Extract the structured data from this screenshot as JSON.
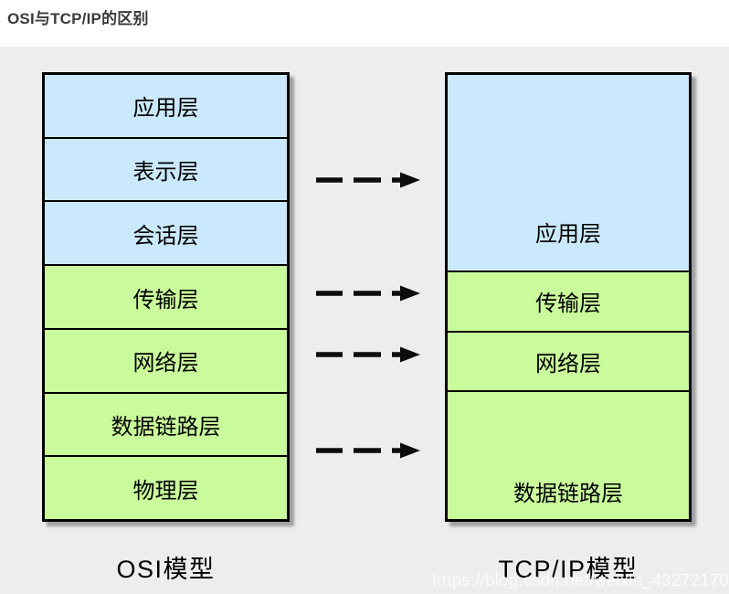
{
  "title": "OSI与TCP/IP的区别",
  "diagram": {
    "osi": {
      "caption": "OSI模型",
      "layers": [
        {
          "label": "应用层",
          "type": "blue"
        },
        {
          "label": "表示层",
          "type": "blue"
        },
        {
          "label": "会话层",
          "type": "blue"
        },
        {
          "label": "传输层",
          "type": "green"
        },
        {
          "label": "网络层",
          "type": "green"
        },
        {
          "label": "数据链路层",
          "type": "green"
        },
        {
          "label": "物理层",
          "type": "green"
        }
      ]
    },
    "tcpip": {
      "caption": "TCP/IP模型",
      "layers": [
        {
          "label": "应用层",
          "type": "blue",
          "rows_spanned": 3
        },
        {
          "label": "传输层",
          "type": "green",
          "rows_spanned": 1
        },
        {
          "label": "网络层",
          "type": "green",
          "rows_spanned": 1
        },
        {
          "label": "数据链路层",
          "type": "green",
          "rows_spanned": 2
        }
      ]
    },
    "arrows": {
      "count": 4,
      "style": "dashed-right"
    },
    "colors": {
      "layer_blue": "#cbe9fc",
      "layer_green": "#c9fa9b",
      "border": "#000000",
      "canvas_background": "#ededed",
      "title_text": "#3b3b3b"
    }
  },
  "watermark": "https://blog.csdn.net/weixin_43272170"
}
